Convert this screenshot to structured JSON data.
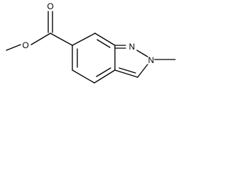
{
  "structure": {
    "atoms": {
      "ester_o": "O",
      "carbonyl_o": "O",
      "n1": "N",
      "n2": "N"
    }
  },
  "colors": {
    "background": "#ffffff",
    "bond": "#000000",
    "text": "#000000"
  }
}
